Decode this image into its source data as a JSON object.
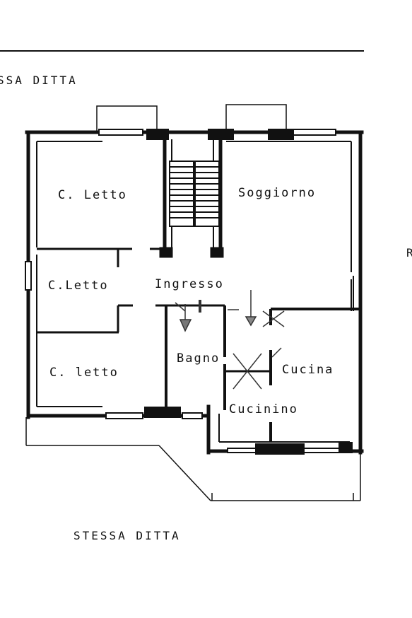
{
  "header_text": "SSA DITTA",
  "footer_text": "STESSA DITTA",
  "right_edge_text": "R",
  "rooms": {
    "letto_1": "C. Letto",
    "letto_2": "C.Letto",
    "letto_3": "C. letto",
    "soggiorno": "Soggiorno",
    "ingresso": "Ingresso",
    "bagno": "Bagno",
    "cucina": "Cucina",
    "cucinino": "Cucinino"
  },
  "colors": {
    "ink": "#111111",
    "paper": "#ffffff"
  }
}
